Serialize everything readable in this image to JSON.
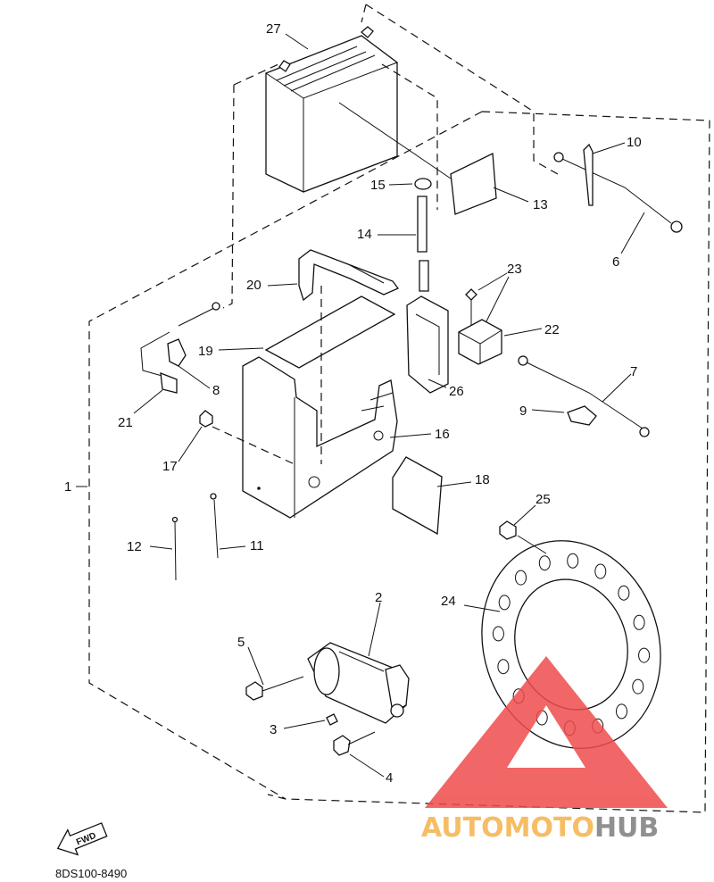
{
  "diagram_code": "8DS100-8490",
  "fwd_label": "FWD",
  "watermark": {
    "part1": "AUTOMOTO",
    "part2": "HUB",
    "color1": "#f5b24a",
    "color2": "#7d7d7d",
    "triangle_color": "#ef4b4b"
  },
  "callouts": [
    {
      "id": "1"
    },
    {
      "id": "2"
    },
    {
      "id": "3"
    },
    {
      "id": "4"
    },
    {
      "id": "5"
    },
    {
      "id": "6"
    },
    {
      "id": "7"
    },
    {
      "id": "8"
    },
    {
      "id": "9"
    },
    {
      "id": "10"
    },
    {
      "id": "11"
    },
    {
      "id": "12"
    },
    {
      "id": "13"
    },
    {
      "id": "14"
    },
    {
      "id": "15"
    },
    {
      "id": "16"
    },
    {
      "id": "17"
    },
    {
      "id": "18"
    },
    {
      "id": "19"
    },
    {
      "id": "20"
    },
    {
      "id": "21"
    },
    {
      "id": "22"
    },
    {
      "id": "23"
    },
    {
      "id": "24"
    },
    {
      "id": "25"
    },
    {
      "id": "26"
    },
    {
      "id": "27"
    }
  ]
}
